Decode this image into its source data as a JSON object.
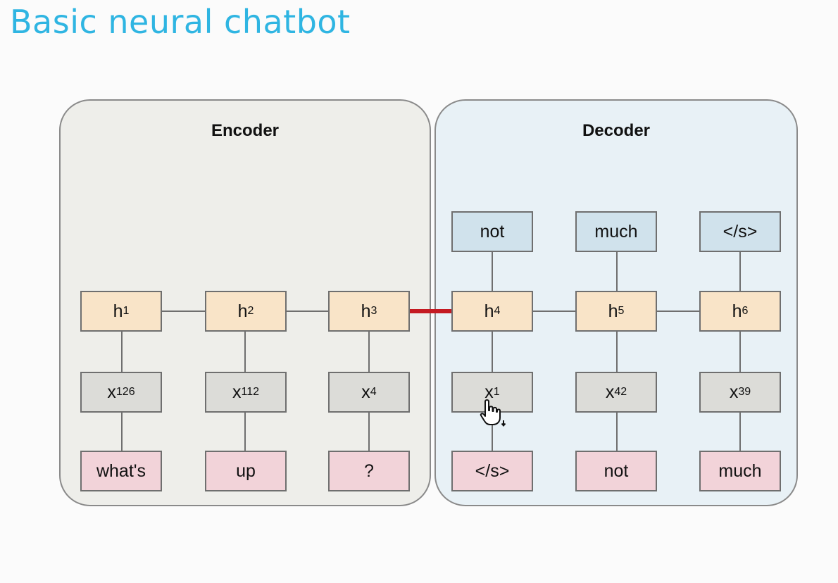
{
  "slide": {
    "title": "Basic neural chatbot"
  },
  "encoder": {
    "title": "Encoder",
    "columns": [
      {
        "hidden": {
          "base": "h",
          "sub": "1"
        },
        "embedding": {
          "base": "x",
          "sub": "126"
        },
        "token": "what's"
      },
      {
        "hidden": {
          "base": "h",
          "sub": "2"
        },
        "embedding": {
          "base": "x",
          "sub": "112"
        },
        "token": "up"
      },
      {
        "hidden": {
          "base": "h",
          "sub": "3"
        },
        "embedding": {
          "base": "x",
          "sub": "4"
        },
        "token": "?"
      }
    ]
  },
  "decoder": {
    "title": "Decoder",
    "columns": [
      {
        "output": "not",
        "hidden": {
          "base": "h",
          "sub": "4"
        },
        "embedding": {
          "base": "x",
          "sub": "1"
        },
        "token": "</s>"
      },
      {
        "output": "much",
        "hidden": {
          "base": "h",
          "sub": "5"
        },
        "embedding": {
          "base": "x",
          "sub": "42"
        },
        "token": "not"
      },
      {
        "output": "</s>",
        "hidden": {
          "base": "h",
          "sub": "6"
        },
        "embedding": {
          "base": "x",
          "sub": "39"
        },
        "token": "much"
      }
    ]
  },
  "colors": {
    "title": "#2fb5e2",
    "hidden_state": "#f9e4c8",
    "embedding": "#dcdcd8",
    "input_token": "#f2d3d9",
    "output_token": "#d0e2ec",
    "bridge": "#c41a22",
    "encoder_panel": "#eeeeea",
    "decoder_panel": "#e8f1f6"
  },
  "icons": {
    "cursor": "hand-pointer-icon"
  }
}
